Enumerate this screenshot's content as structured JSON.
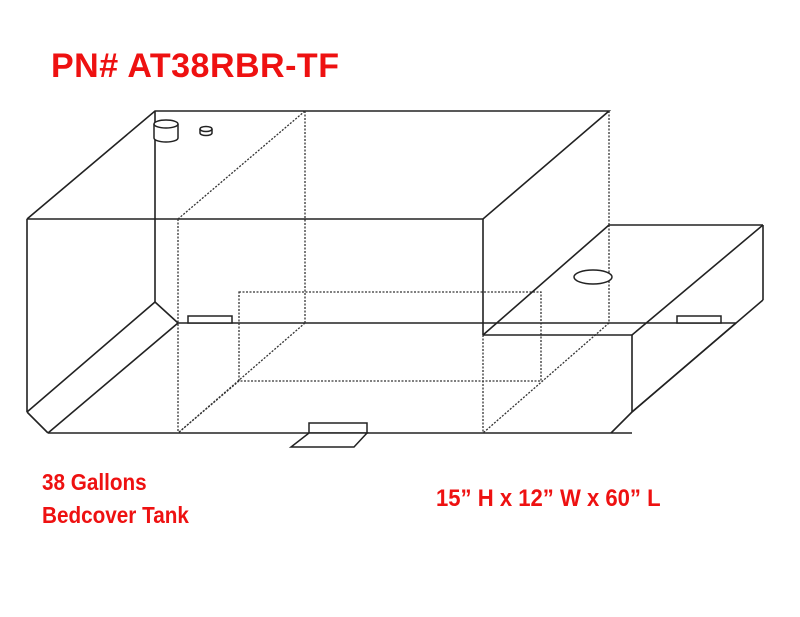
{
  "header": {
    "part_number": "PN# AT38RBR-TF"
  },
  "captions": {
    "capacity": "38 Gallons",
    "tank_type": "Bedcover Tank",
    "dimensions": "15” H x 12” W x 60” L"
  },
  "specs": {
    "part_number": "AT38RBR-TF",
    "capacity_gallons": 38,
    "height_in": 15,
    "width_in": 12,
    "length_in": 60
  },
  "colors": {
    "text_accent": "#ee1111",
    "line": "#222222",
    "background": "#ffffff"
  },
  "drawing": {
    "description": "isometric wireframe line drawing of an L-shaped bedcover fuel tank",
    "features": [
      "fill-neck-cylinder",
      "vent-fitting",
      "sending-unit-port",
      "mounting-tab-left",
      "mounting-tab-right",
      "mounting-tab-bottom",
      "internal-baffle-dashed"
    ]
  }
}
